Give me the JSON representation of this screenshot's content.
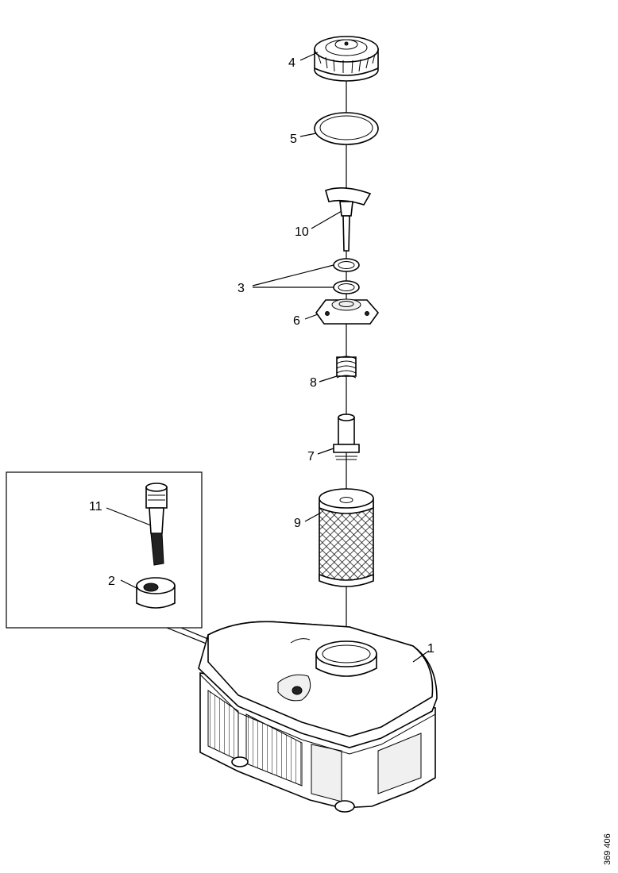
{
  "callouts": {
    "c1": "1",
    "c2": "2",
    "c3": "3",
    "c4": "4",
    "c5": "5",
    "c6": "6",
    "c7": "7",
    "c8": "8",
    "c9": "9",
    "c10": "10",
    "c11": "11"
  },
  "drawing_ref": "369 406"
}
